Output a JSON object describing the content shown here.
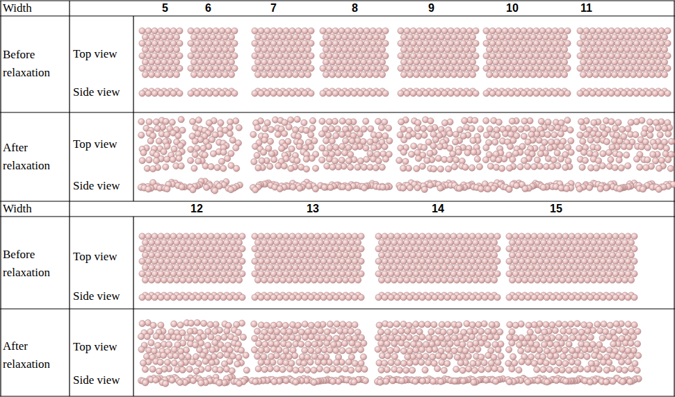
{
  "diagram": {
    "labels": [
      "Width",
      "5",
      "6",
      "7",
      "8",
      "9",
      "10",
      "11",
      "Before relaxation",
      "Top view",
      "Side view",
      "After relaxation",
      "Top view",
      "Side view",
      "Width",
      "12",
      "13",
      "14",
      "15",
      "Before relaxation",
      "Top view",
      "Side view",
      "After relaxation",
      "Top view",
      "Side view"
    ]
  }
}
